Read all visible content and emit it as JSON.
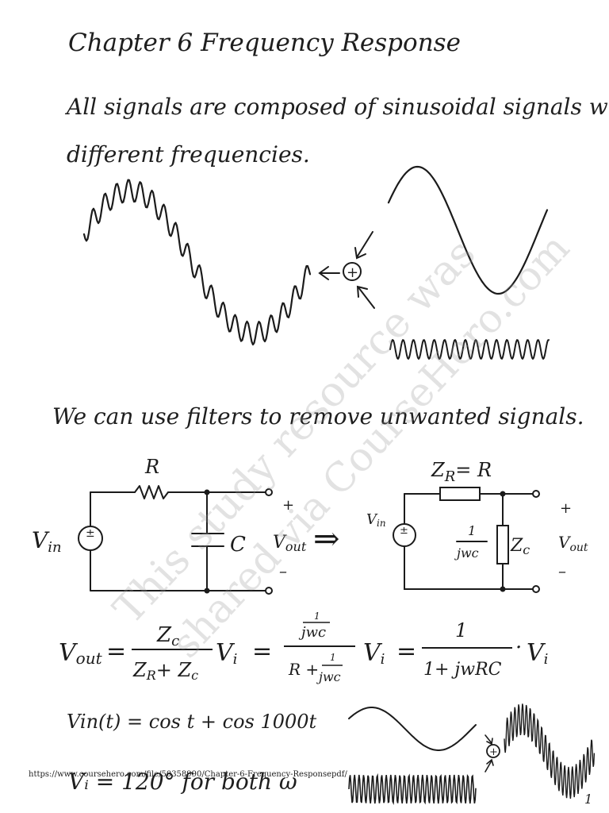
{
  "title": "Chapter 6   Frequency Response",
  "intro_line1": "All signals are composed of sinusoidal signals with",
  "intro_line2": "different frequencies.",
  "filters_line": "We can use filters to remove unwanted signals.",
  "circuit_left": {
    "resistor": "R",
    "capacitor": "C",
    "source": "V",
    "source_sub": "in",
    "output": "V",
    "output_sub": "out",
    "plus": "+",
    "minus": "–"
  },
  "circuit_right": {
    "zr_label": "Z",
    "zr_sub": "R",
    "zr_value": "= R",
    "source": "V",
    "source_sub": "in",
    "zc_num": "1",
    "zc_den": "jwc",
    "zc_label": "Z",
    "zc_sub": "c",
    "output": "V",
    "output_sub": "out",
    "plus": "+",
    "minus": "–"
  },
  "equation": {
    "lhs": "V",
    "lhs_sub": "out",
    "eq": "=",
    "frac1_num": "Z",
    "frac1_num_sub": "c",
    "frac1_den": "Z",
    "frac1_den_sub1": "R",
    "frac1_den_plus": "+ Z",
    "frac1_den_sub2": "c",
    "vi": "V",
    "vi_sub": "i",
    "frac2_num_top": "1",
    "frac2_num_bottom": "jwc",
    "frac2_den": "R +",
    "frac2_den_top": "1",
    "frac2_den_bottom": "jwc",
    "frac3_num": "1",
    "frac3_den": "1+ jwRC",
    "dot": "·"
  },
  "vin_equation": "Vin(t) = cos t + cos 1000t",
  "vi_equation": "Vᵢ = 120°  for both ω",
  "page_number": "1",
  "watermark_line1": "This study resource was",
  "watermark_line2": "shared via CourseHero.com",
  "url": "https://www.coursehero.com/file/50358990/Chapter-6-Frequency-Responsepdf/",
  "adder_symbol": "+",
  "arrow_left": "←",
  "implies": "⇒"
}
